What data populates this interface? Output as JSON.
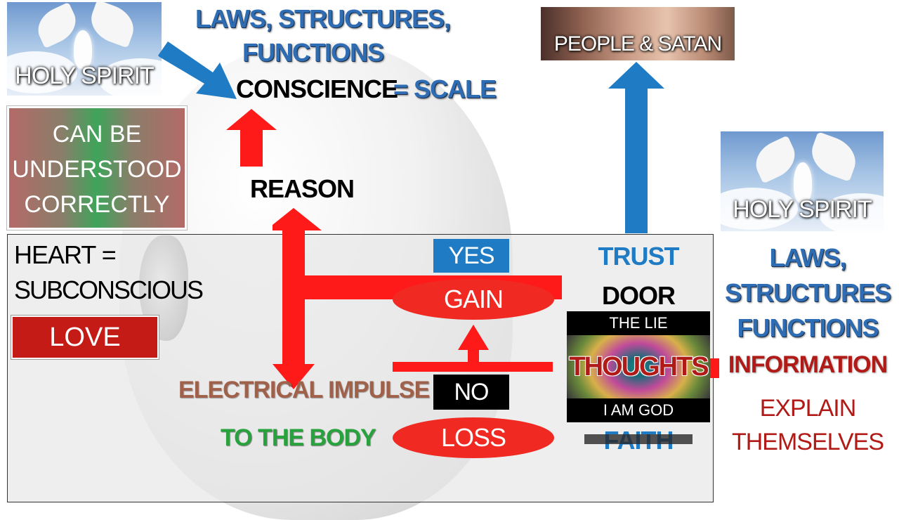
{
  "top": {
    "laws_title_line1": "LAWS, STRUCTURES,",
    "laws_title_line2": "FUNCTIONS",
    "conscience": "CONSCIENCE",
    "scale": "= SCALE",
    "reason": "REASON"
  },
  "images": {
    "holy_spirit_left": "HOLY SPIRIT",
    "holy_spirit_right": "HOLY SPIRIT",
    "people_satan": "PEOPLE & SATAN"
  },
  "understood_box": {
    "line1": "CAN BE",
    "line2": "UNDERSTOOD",
    "line3": "CORRECTLY"
  },
  "heart": {
    "line1": "HEART =",
    "line2": "SUBCONSCIOUS",
    "love": "LOVE"
  },
  "center": {
    "yes": "YES",
    "gain": "GAIN",
    "no": "NO",
    "loss": "LOSS",
    "electrical_impulse": "ELECTRICAL IMPULSE",
    "to_the_body": "TO THE BODY"
  },
  "door_column": {
    "trust": "TRUST",
    "door": "DOOR",
    "the_lie": "THE LIE",
    "thoughts": "THOUGHTS",
    "i_am_god": "I AM GOD",
    "faith": "FAITH"
  },
  "right_column": {
    "laws_line1": "LAWS,",
    "laws_line2": "STRUCTURES",
    "laws_line3": "FUNCTIONS",
    "information": "INFORMATION",
    "explain_line1": "EXPLAIN",
    "explain_line2": "THEMSELVES"
  },
  "colors": {
    "red_accent": "#ff1a1a",
    "blue_accent": "#1e7bc4",
    "title_blue": "#2e6db4",
    "dark_red_text": "#b01a17",
    "green_text": "#27a23c",
    "brown_text": "#a0614a"
  }
}
